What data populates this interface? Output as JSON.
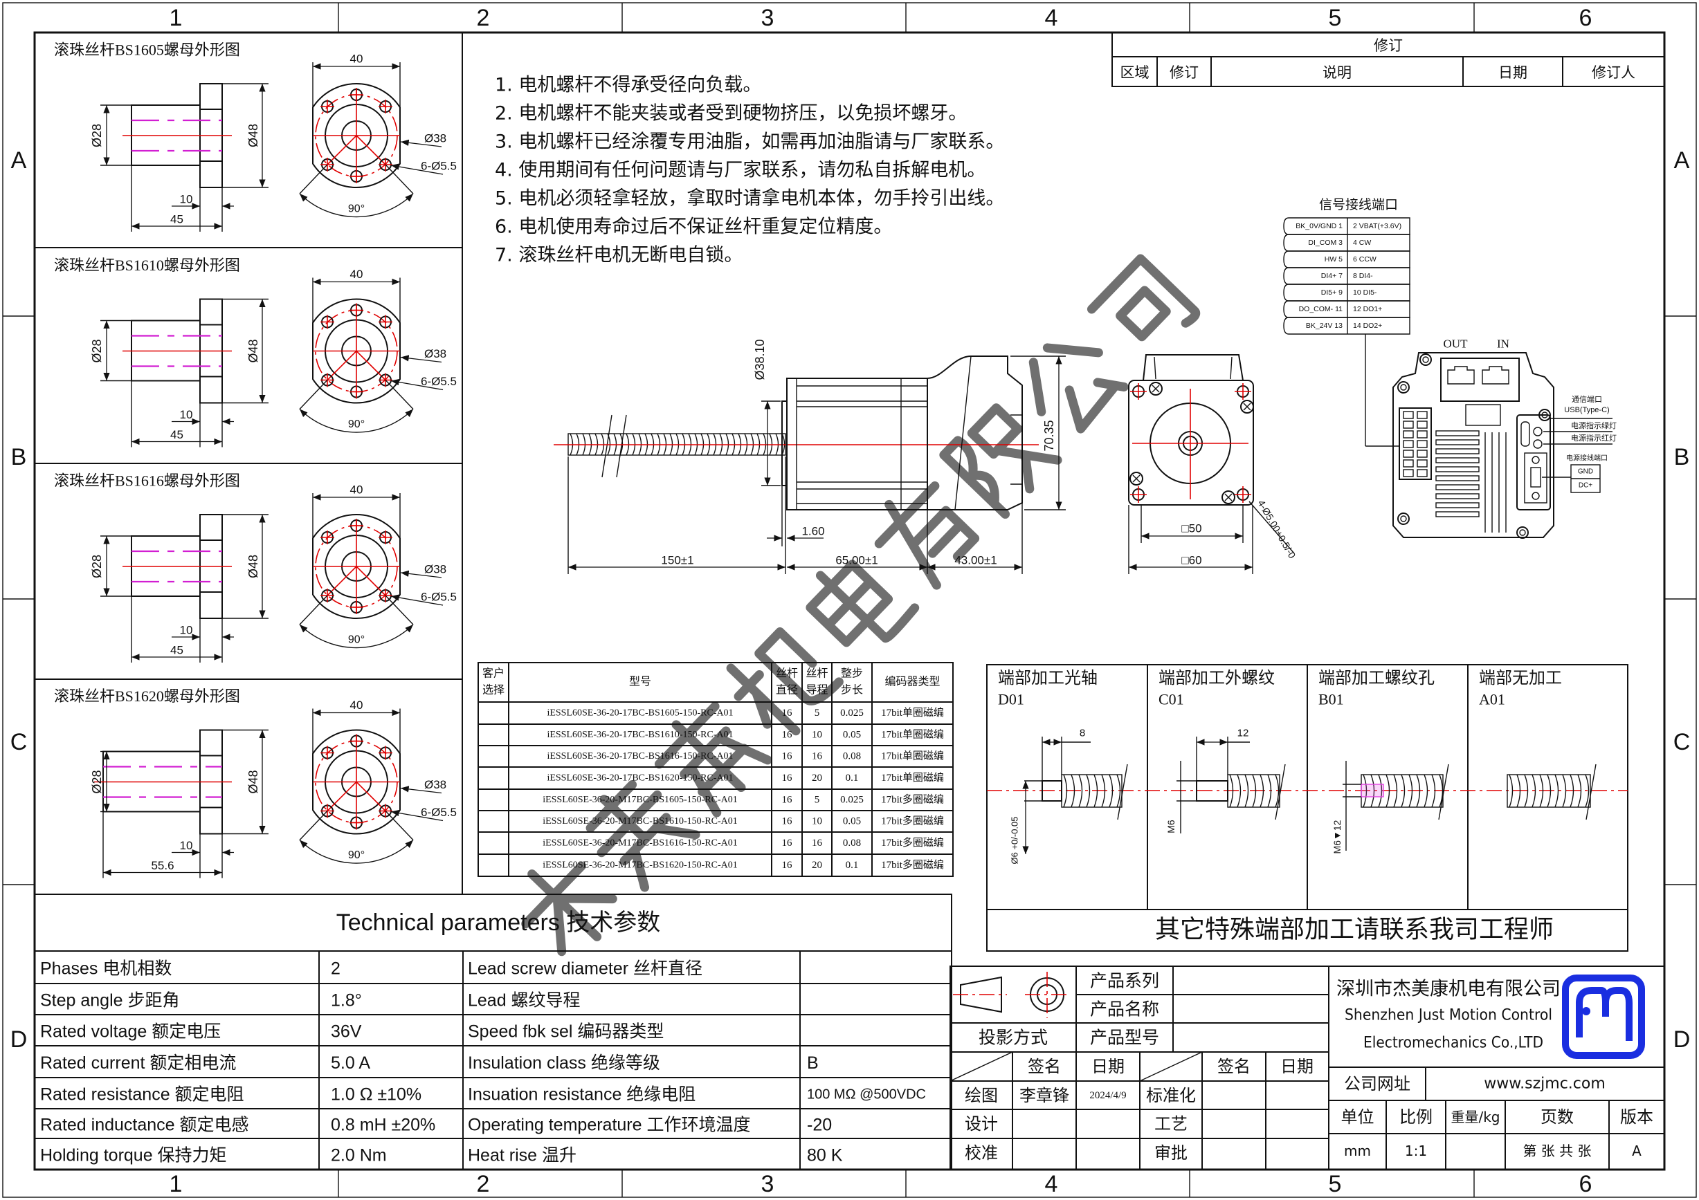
{
  "grid": {
    "columns": [
      "1",
      "2",
      "3",
      "4",
      "5",
      "6"
    ],
    "rows": [
      "A",
      "B",
      "C",
      "D"
    ]
  },
  "nut_drawings": [
    {
      "title": "滚珠丝杆BS1605螺母外形图",
      "dims": {
        "flange_width": "40",
        "body_dia": "Ø28",
        "flange_dia": "Ø48",
        "pcd": "Ø38",
        "holes": "6-Ø5.5",
        "flange_thk": "10",
        "length": "45",
        "angle": "90°"
      }
    },
    {
      "title": "滚珠丝杆BS1610螺母外形图",
      "dims": {
        "flange_width": "40",
        "body_dia": "Ø28",
        "flange_dia": "Ø48",
        "pcd": "Ø38",
        "holes": "6-Ø5.5",
        "flange_thk": "10",
        "length": "45",
        "angle": "90°"
      }
    },
    {
      "title": "滚珠丝杆BS1616螺母外形图",
      "dims": {
        "flange_width": "40",
        "body_dia": "Ø28",
        "flange_dia": "Ø48",
        "pcd": "Ø38",
        "holes": "6-Ø5.5",
        "flange_thk": "10",
        "length": "45",
        "angle": "90°"
      }
    },
    {
      "title": "滚珠丝杆BS1620螺母外形图",
      "dims": {
        "flange_width": "40",
        "body_dia": "Ø28",
        "flange_dia": "Ø48",
        "pcd": "Ø38",
        "holes": "6-Ø5.5",
        "flange_thk": "10",
        "length": "55.6",
        "angle": "90°"
      }
    }
  ],
  "notes": [
    "1.  电机螺杆不得承受径向负载。",
    "2.  电机螺杆不能夹装或者受到硬物挤压，以免损坏螺牙。",
    "3.  电机螺杆已经涂覆专用油脂，如需再加油脂请与厂家联系。",
    "4.  使用期间有任何问题请与厂家联系，请勿私自拆解电机。",
    "5.  电机必须轻拿轻放，拿取时请拿电机本体，勿手拎引出线。",
    "6.  电机使用寿命过后不保证丝杆重复定位精度。",
    "7.  滚珠丝杆电机无断电自锁。"
  ],
  "revision": {
    "title": "修订",
    "headers": [
      "区域",
      "修订",
      "说明",
      "日期",
      "修订人"
    ]
  },
  "signal_port": {
    "title": "信号接线端口",
    "rows": [
      [
        "BK_0V/GND   1",
        "2  VBAT(+3.6V)"
      ],
      [
        "DI_COM  3",
        "4  CW"
      ],
      [
        "HW   5",
        "6  CCW"
      ],
      [
        "DI4+   7",
        "8  DI4-"
      ],
      [
        "DI5+   9",
        "10 DI5-"
      ],
      [
        "DO_COM-  11",
        "12 DO1+"
      ],
      [
        "BK_24V  13",
        "14 DO2+"
      ]
    ]
  },
  "driver": {
    "out_label": "OUT",
    "in_label": "IN",
    "usb_label": "通信端口",
    "usb_type": "USB(Type-C)",
    "green_led": "电源指示绿灯",
    "red_led": "电源指示红灯",
    "power_port": "电源接线端口",
    "power_pins": [
      "GND",
      "DC+"
    ]
  },
  "motor": {
    "dims": {
      "shaft_boss": "Ø38.10",
      "height": "70.35",
      "screw_length": "150±1",
      "body_length": "65.00±1",
      "driver_length": "43.00±1",
      "boss_thk": "1.60",
      "hole_pitch": "□50",
      "flange": "□60",
      "holes": "4-Ø5.00+0.5/-0"
    }
  },
  "model_table": {
    "headers": [
      [
        "客户",
        "选择"
      ],
      [
        "型号"
      ],
      [
        "丝杆",
        "直径"
      ],
      [
        "丝杆",
        "导程"
      ],
      [
        "整步",
        "步长"
      ],
      [
        "编码器类型"
      ]
    ],
    "rows": [
      [
        "",
        "iESSL60SE-36-20-17BC-BS1605-150-RC-A01",
        "16",
        "5",
        "0.025",
        "17bit单圈磁编"
      ],
      [
        "",
        "iESSL60SE-36-20-17BC-BS1610-150-RC-A01",
        "16",
        "10",
        "0.05",
        "17bit单圈磁编"
      ],
      [
        "",
        "iESSL60SE-36-20-17BC-BS1616-150-RC-A01",
        "16",
        "16",
        "0.08",
        "17bit单圈磁编"
      ],
      [
        "",
        "iESSL60SE-36-20-17BC-BS1620-150-RC-A01",
        "16",
        "20",
        "0.1",
        "17bit单圈磁编"
      ],
      [
        "",
        "iESSL60SE-36-20-M17BC-BS1605-150-RC-A01",
        "16",
        "5",
        "0.025",
        "17bit多圈磁编"
      ],
      [
        "",
        "iESSL60SE-36-20-M17BC-BS1610-150-RC-A01",
        "16",
        "10",
        "0.05",
        "17bit多圈磁编"
      ],
      [
        "",
        "iESSL60SE-36-20-M17BC-BS1616-150-RC-A01",
        "16",
        "16",
        "0.08",
        "17bit多圈磁编"
      ],
      [
        "",
        "iESSL60SE-36-20-M17BC-BS1620-150-RC-A01",
        "16",
        "20",
        "0.1",
        "17bit多圈磁编"
      ]
    ]
  },
  "end_processing": {
    "options": [
      {
        "name": "端部加工光轴",
        "code": "D01",
        "dims": [
          "8",
          "Ø6 +0/-0.05"
        ]
      },
      {
        "name": "端部加工外螺纹",
        "code": "C01",
        "dims": [
          "12",
          "M6"
        ]
      },
      {
        "name": "端部加工螺纹孔",
        "code": "B01",
        "dims": [
          "M6▼12"
        ]
      },
      {
        "name": "端部无加工",
        "code": "A01",
        "dims": []
      }
    ],
    "note": "其它特殊端部加工请联系我司工程师"
  },
  "tech_params": {
    "title": "Technical parameters 技术参数",
    "rows": [
      [
        "Phases 电机相数",
        "2",
        "Lead screw diameter 丝杆直径",
        ""
      ],
      [
        "Step angle 步距角",
        "1.8°",
        "Lead 螺纹导程",
        ""
      ],
      [
        "Rated voltage 额定电压",
        "36V",
        "Speed fbk sel  编码器类型",
        ""
      ],
      [
        "Rated current 额定相电流",
        "5.0 A",
        "Insulation class 绝缘等级",
        "B"
      ],
      [
        "Rated resistance 额定电阻",
        "1.0 Ω  ±10%",
        "Insuation resistance 绝缘电阻",
        "100 MΩ @500VDC"
      ],
      [
        "Rated inductance 额定电感",
        "0.8 mH ±20%",
        "Operating temperature 工作环境温度",
        "-20"
      ],
      [
        "Holding torque 保持力矩",
        "2.0 Nm",
        "Heat rise 温升",
        "80 K"
      ]
    ]
  },
  "title_block": {
    "product_series": "产品系列",
    "product_name": "产品名称",
    "product_model": "产品型号",
    "projection": "投影方式",
    "sign": "签名",
    "date": "日期",
    "drawn": "绘图",
    "drawn_by": "李章锋",
    "drawn_date": "2024/4/9",
    "design": "设计",
    "check": "校准",
    "standard": "标准化",
    "process": "工艺",
    "approve": "审批",
    "company_cn": "深圳市杰美康机电有限公司",
    "company_en1": "Shenzhen Just Motion Control",
    "company_en2": "Electromechanics Co.,LTD",
    "website_label": "公司网址",
    "website": "www.szjmc.com",
    "unit_label": "单位",
    "scale_label": "比例",
    "weight_label": "重量/kg",
    "pages_label": "页数",
    "version_label": "版本",
    "unit": "mm",
    "scale": "1:1",
    "pages": "第 张 共 张",
    "version": "A",
    "logo_color": "#1a2ee0"
  },
  "watermark": "杰美康机电有限公司"
}
